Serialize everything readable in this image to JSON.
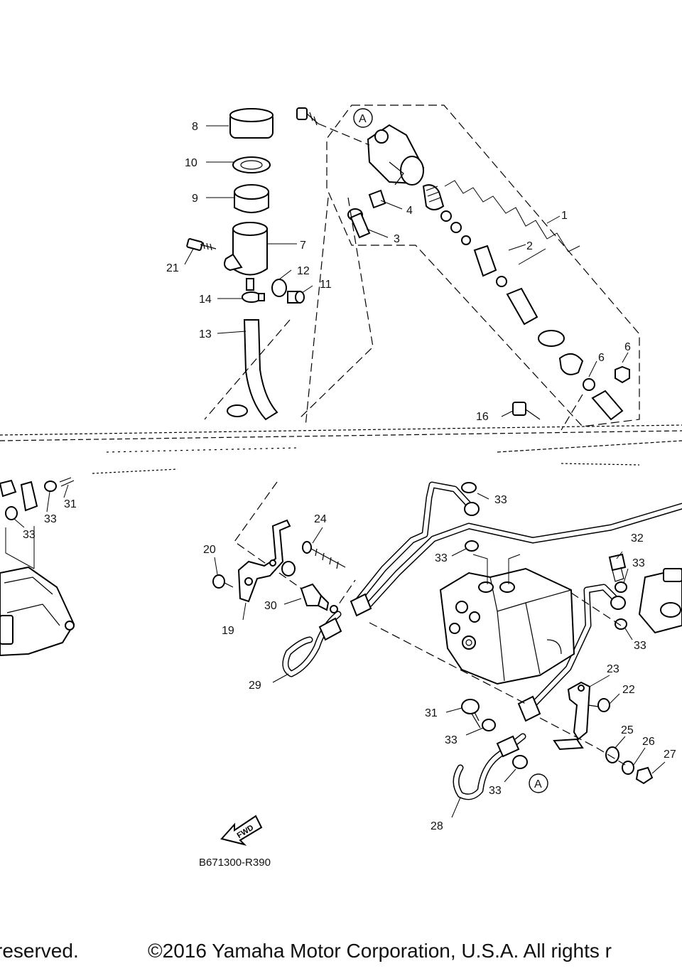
{
  "part_labels": {
    "p1": "1",
    "p2": "2",
    "p3": "3",
    "p4": "4",
    "p6a": "6",
    "p6b": "6",
    "p7": "7",
    "p8": "8",
    "p9": "9",
    "p10": "10",
    "p11": "11",
    "p12": "12",
    "p13": "13",
    "p14": "14",
    "p16": "16",
    "p19": "19",
    "p20": "20",
    "p21": "21",
    "p22": "22",
    "p23": "23",
    "p24": "24",
    "p25": "25",
    "p26": "26",
    "p27": "27",
    "p28": "28",
    "p29": "29",
    "p30": "30",
    "p31a": "31",
    "p31b": "31",
    "p32": "32",
    "p33a": "33",
    "p33b": "33",
    "p33c": "33",
    "p33d": "33",
    "p33e": "33",
    "p33f": "33",
    "p33g": "33",
    "p33h": "33"
  },
  "callouts": {
    "a_top": "A",
    "a_bottom": "A"
  },
  "fwd_arrow": "FWD",
  "diagram_code": "B671300-R390",
  "footer": {
    "left_fragment": "reserved.",
    "copyright": "©2016 Yamaha Motor Corporation, U.S.A. All rights r"
  }
}
